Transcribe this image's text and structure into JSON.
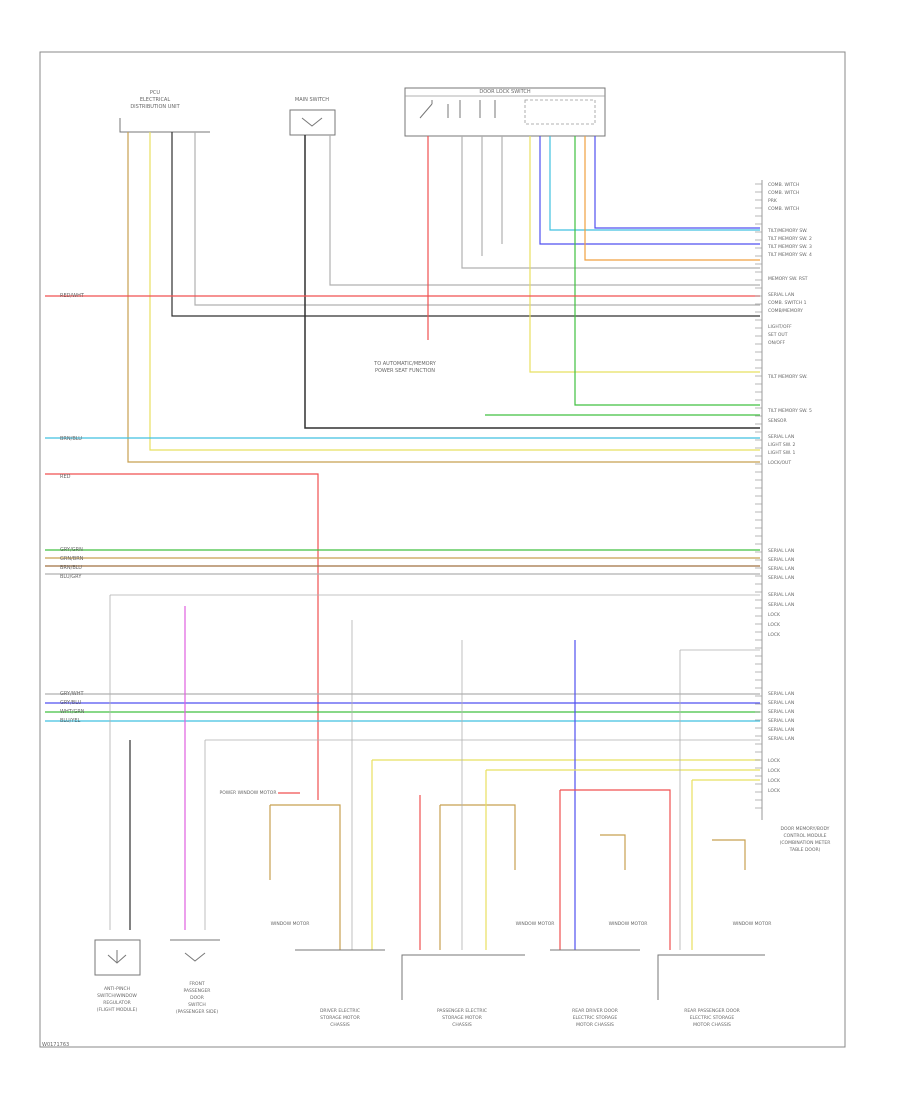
{
  "modules": {
    "top_left": {
      "title_lines": [
        "PCU",
        "ELECTRICAL",
        "DISTRIBUTION UNIT"
      ]
    },
    "top_mid": {
      "title_lines": [
        "MAIN SWITCH"
      ]
    },
    "top_right": {
      "title_lines": [
        "DOOR LOCK SWITCH"
      ]
    }
  },
  "notes": {
    "center_1": "TO AUTOMATIC/MEMORY",
    "center_2": "POWER SEAT FUNCTION"
  },
  "left_labels": {
    "top_1": "RED/WHT",
    "mid_1": "BRN/BLU",
    "mid_2": "RED",
    "low_1": "GRY/GRN",
    "low_2": "GRN/BRN",
    "low_3": "BRN/BLU",
    "low_4": "BLU/GRY",
    "bot_1": "GRY/WHT",
    "bot_2": "GRY/BLU",
    "bot_3": "WHT/GRN",
    "bot_4": "BLU/YEL"
  },
  "right_labels": {
    "r01": "COMB. WITCH",
    "r02": "COMB. WITCH",
    "r03": "PRK",
    "r04": "COMB. WITCH",
    "r05": "TILT/MEMORY SW.",
    "r06": "TILT MEMORY SW. 2",
    "r07": "TILT MEMORY SW. 3",
    "r08": "TILT MEMORY SW. 4",
    "r09": "MEMORY SW. RST",
    "r10": "SERIAL LAN",
    "r11": "COMB. SWITCH 1",
    "r12": "COMB/MEMORY",
    "r13": "LIGHT/OFF",
    "r14": "SET OUT",
    "r15": "ON/OFF",
    "r16": "TILT MEMORY SW.",
    "r17": "TILT MEMORY SW. 5",
    "r18": "SENSOR",
    "r19": "SERIAL LAN",
    "r20": "LIGHT SW. 2",
    "r21": "LIGHT SW. 1",
    "r22": "LOCK/OUT",
    "s01": "SERIAL LAN",
    "s02": "SERIAL LAN",
    "s03": "SERIAL LAN",
    "s04": "SERIAL LAN",
    "s05": "SERIAL LAN",
    "s06": "SERIAL LAN",
    "s07": "LOCK",
    "s08": "LOCK",
    "s09": "LOCK",
    "t01": "SERIAL LAN",
    "t02": "SERIAL LAN",
    "t03": "SERIAL LAN",
    "t04": "SERIAL LAN",
    "t05": "SERIAL LAN",
    "t06": "SERIAL LAN",
    "t07": "LOCK",
    "t08": "LOCK",
    "t09": "LOCK",
    "t10": "LOCK"
  },
  "right_module": {
    "title_lines": [
      "DOOR MEMORY/BODY",
      "CONTROL MODULE",
      "(COMBINATION METER",
      "TABLE DOOR)"
    ]
  },
  "bottom_modules": {
    "m1": {
      "title_lines": [
        "ANTI-PINCH",
        "SWITCH/WINDOW",
        "REGULATOR",
        "(FLIGHT MODULE)"
      ]
    },
    "m2": {
      "title_lines": [
        "FRONT",
        "PASSENGER",
        "DOOR",
        "SWITCH",
        "(PASSENGER SIDE)"
      ]
    },
    "m3": {
      "title_lines": [
        "DRIVER ELECTRIC",
        "STORAGE MOTOR",
        "CHASSIS"
      ]
    },
    "m4": {
      "title_lines": [
        "PASSENGER ELECTRIC",
        "STORAGE MOTOR",
        "CHASSIS"
      ]
    },
    "m5": {
      "title_lines": [
        "REAR DRIVER DOOR",
        "ELECTRIC STORAGE",
        "MOTOR CHASSIS"
      ]
    },
    "m6": {
      "title_lines": [
        "REAR PASSENGER DOOR",
        "ELECTRIC STORAGE",
        "MOTOR CHASSIS"
      ]
    }
  },
  "motor_labels": {
    "mot1": "WINDOW MOTOR",
    "mot2": "WINDOW MOTOR",
    "mot3": "WINDOW MOTOR",
    "mot4": "WINDOW MOTOR"
  },
  "side_note": "POWER WINDOW MOTOR",
  "footer_code": "W0171763",
  "colors": {
    "red": "#f05050",
    "yellow": "#e8e060",
    "orange": "#f0a040",
    "green": "#40c040",
    "blue": "#5050f0",
    "cyan": "#40c0e0",
    "pink": "#e060e0",
    "black": "#303030",
    "grey": "#b0b0b0",
    "tan": "#c8a050",
    "brown": "#a07040"
  }
}
